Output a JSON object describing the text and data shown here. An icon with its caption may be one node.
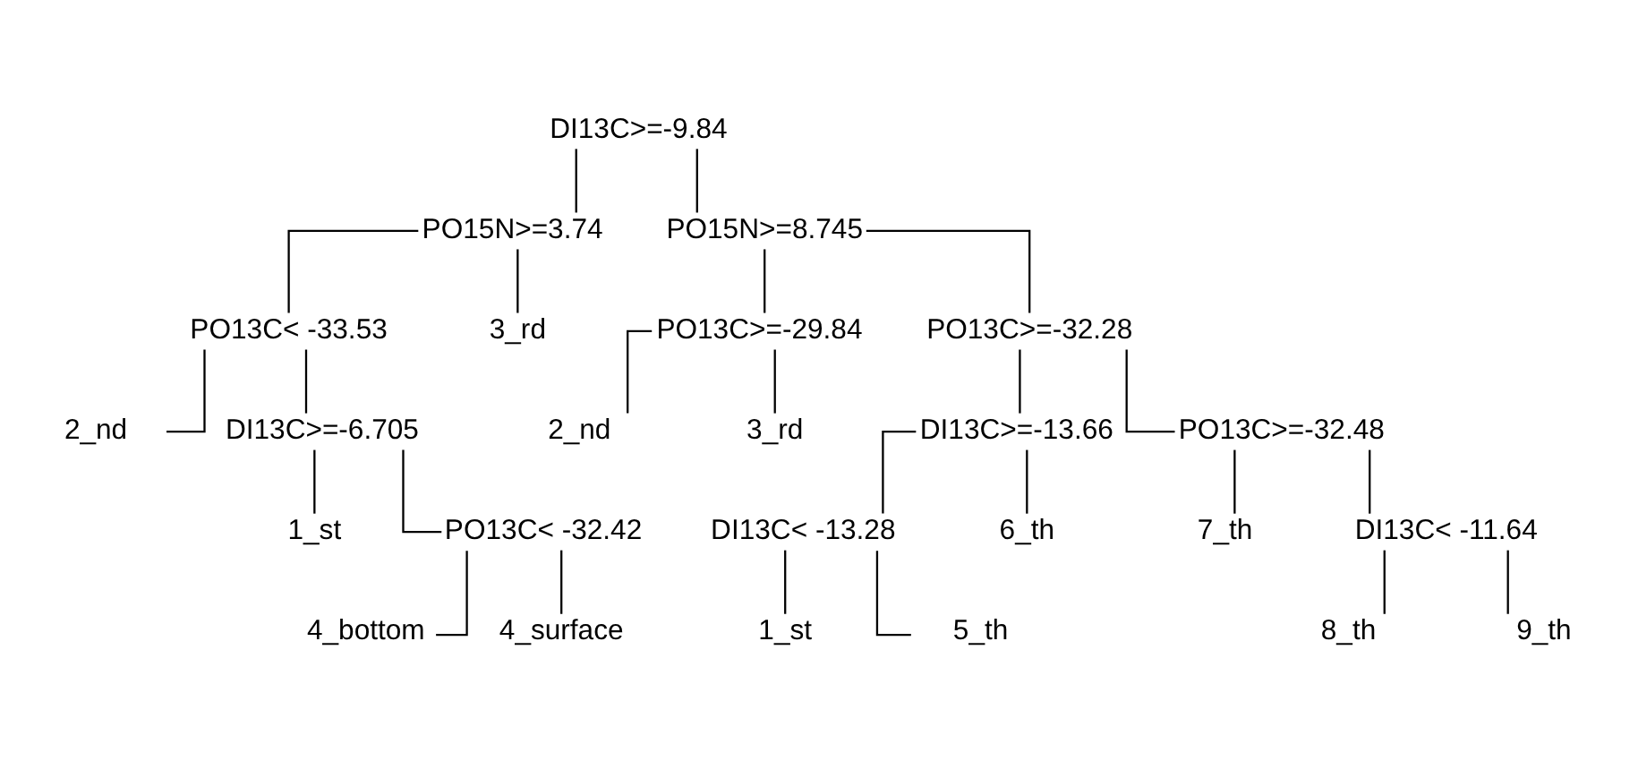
{
  "diagram": {
    "nodes": [
      {
        "text": [
          "DI13C>=-9.84"
        ]
      },
      {
        "text": [
          "PO15N>=3.74"
        ]
      },
      {
        "text": [
          "PO13C< -33.53"
        ]
      },
      {
        "text": [
          "2_nd"
        ]
      },
      {
        "text": [
          "DI13C>=-6.705"
        ]
      },
      {
        "text": [
          "1_st"
        ]
      },
      {
        "text": [
          "PO13C< -32.42"
        ]
      },
      {
        "text": [
          "4_bottom"
        ]
      },
      {
        "text": [
          "4_surface"
        ]
      },
      {
        "text": [
          "3_rd"
        ]
      },
      {
        "text": [
          "PO15N>=8.745"
        ]
      },
      {
        "text": [
          "PO13C>=-29.84"
        ]
      },
      {
        "text": [
          "2_nd"
        ]
      },
      {
        "text": [
          "3_rd"
        ]
      },
      {
        "text": [
          "PO13C>=-32.28"
        ]
      },
      {
        "text": [
          "DI13C>=-13.66"
        ]
      },
      {
        "text": [
          "DI13C< -13.28"
        ]
      },
      {
        "text": [
          "1_st"
        ]
      },
      {
        "text": [
          "5_th"
        ]
      },
      {
        "text": [
          "6_th"
        ]
      },
      {
        "text": [
          "PO13C>=-32.48"
        ]
      },
      {
        "text": [
          "7_th"
        ]
      },
      {
        "text": [
          "DI13C< -11.64"
        ]
      },
      {
        "text": [
          "8_th"
        ]
      },
      {
        "text": [
          "9_th"
        ]
      }
    ],
    "edges": [
      {
        "from": 0,
        "to": 1,
        "arrow": "none"
      },
      {
        "from": 0,
        "to": 10,
        "arrow": "none"
      },
      {
        "from": 1,
        "to": 2,
        "arrow": "none"
      },
      {
        "from": 1,
        "to": 9,
        "arrow": "none"
      },
      {
        "from": 2,
        "to": 3,
        "arrow": "none"
      },
      {
        "from": 2,
        "to": 4,
        "arrow": "none"
      },
      {
        "from": 4,
        "to": 5,
        "arrow": "none"
      },
      {
        "from": 4,
        "to": 6,
        "arrow": "none"
      },
      {
        "from": 6,
        "to": 7,
        "arrow": "none"
      },
      {
        "from": 6,
        "to": 8,
        "arrow": "none"
      },
      {
        "from": 10,
        "to": 11,
        "arrow": "none"
      },
      {
        "from": 10,
        "to": 14,
        "arrow": "none"
      },
      {
        "from": 11,
        "to": 12,
        "arrow": "none"
      },
      {
        "from": 11,
        "to": 13,
        "arrow": "none"
      },
      {
        "from": 14,
        "to": 15,
        "arrow": "none"
      },
      {
        "from": 14,
        "to": 20,
        "arrow": "none"
      },
      {
        "from": 15,
        "to": 16,
        "arrow": "none"
      },
      {
        "from": 15,
        "to": 19,
        "arrow": "none"
      },
      {
        "from": 16,
        "to": 17,
        "arrow": "none"
      },
      {
        "from": 16,
        "to": 18,
        "arrow": "none"
      },
      {
        "from": 20,
        "to": 21,
        "arrow": "none"
      },
      {
        "from": 20,
        "to": 22,
        "arrow": "none"
      },
      {
        "from": 22,
        "to": 23,
        "arrow": "none"
      },
      {
        "from": 22,
        "to": 24,
        "arrow": "none"
      }
    ]
  }
}
